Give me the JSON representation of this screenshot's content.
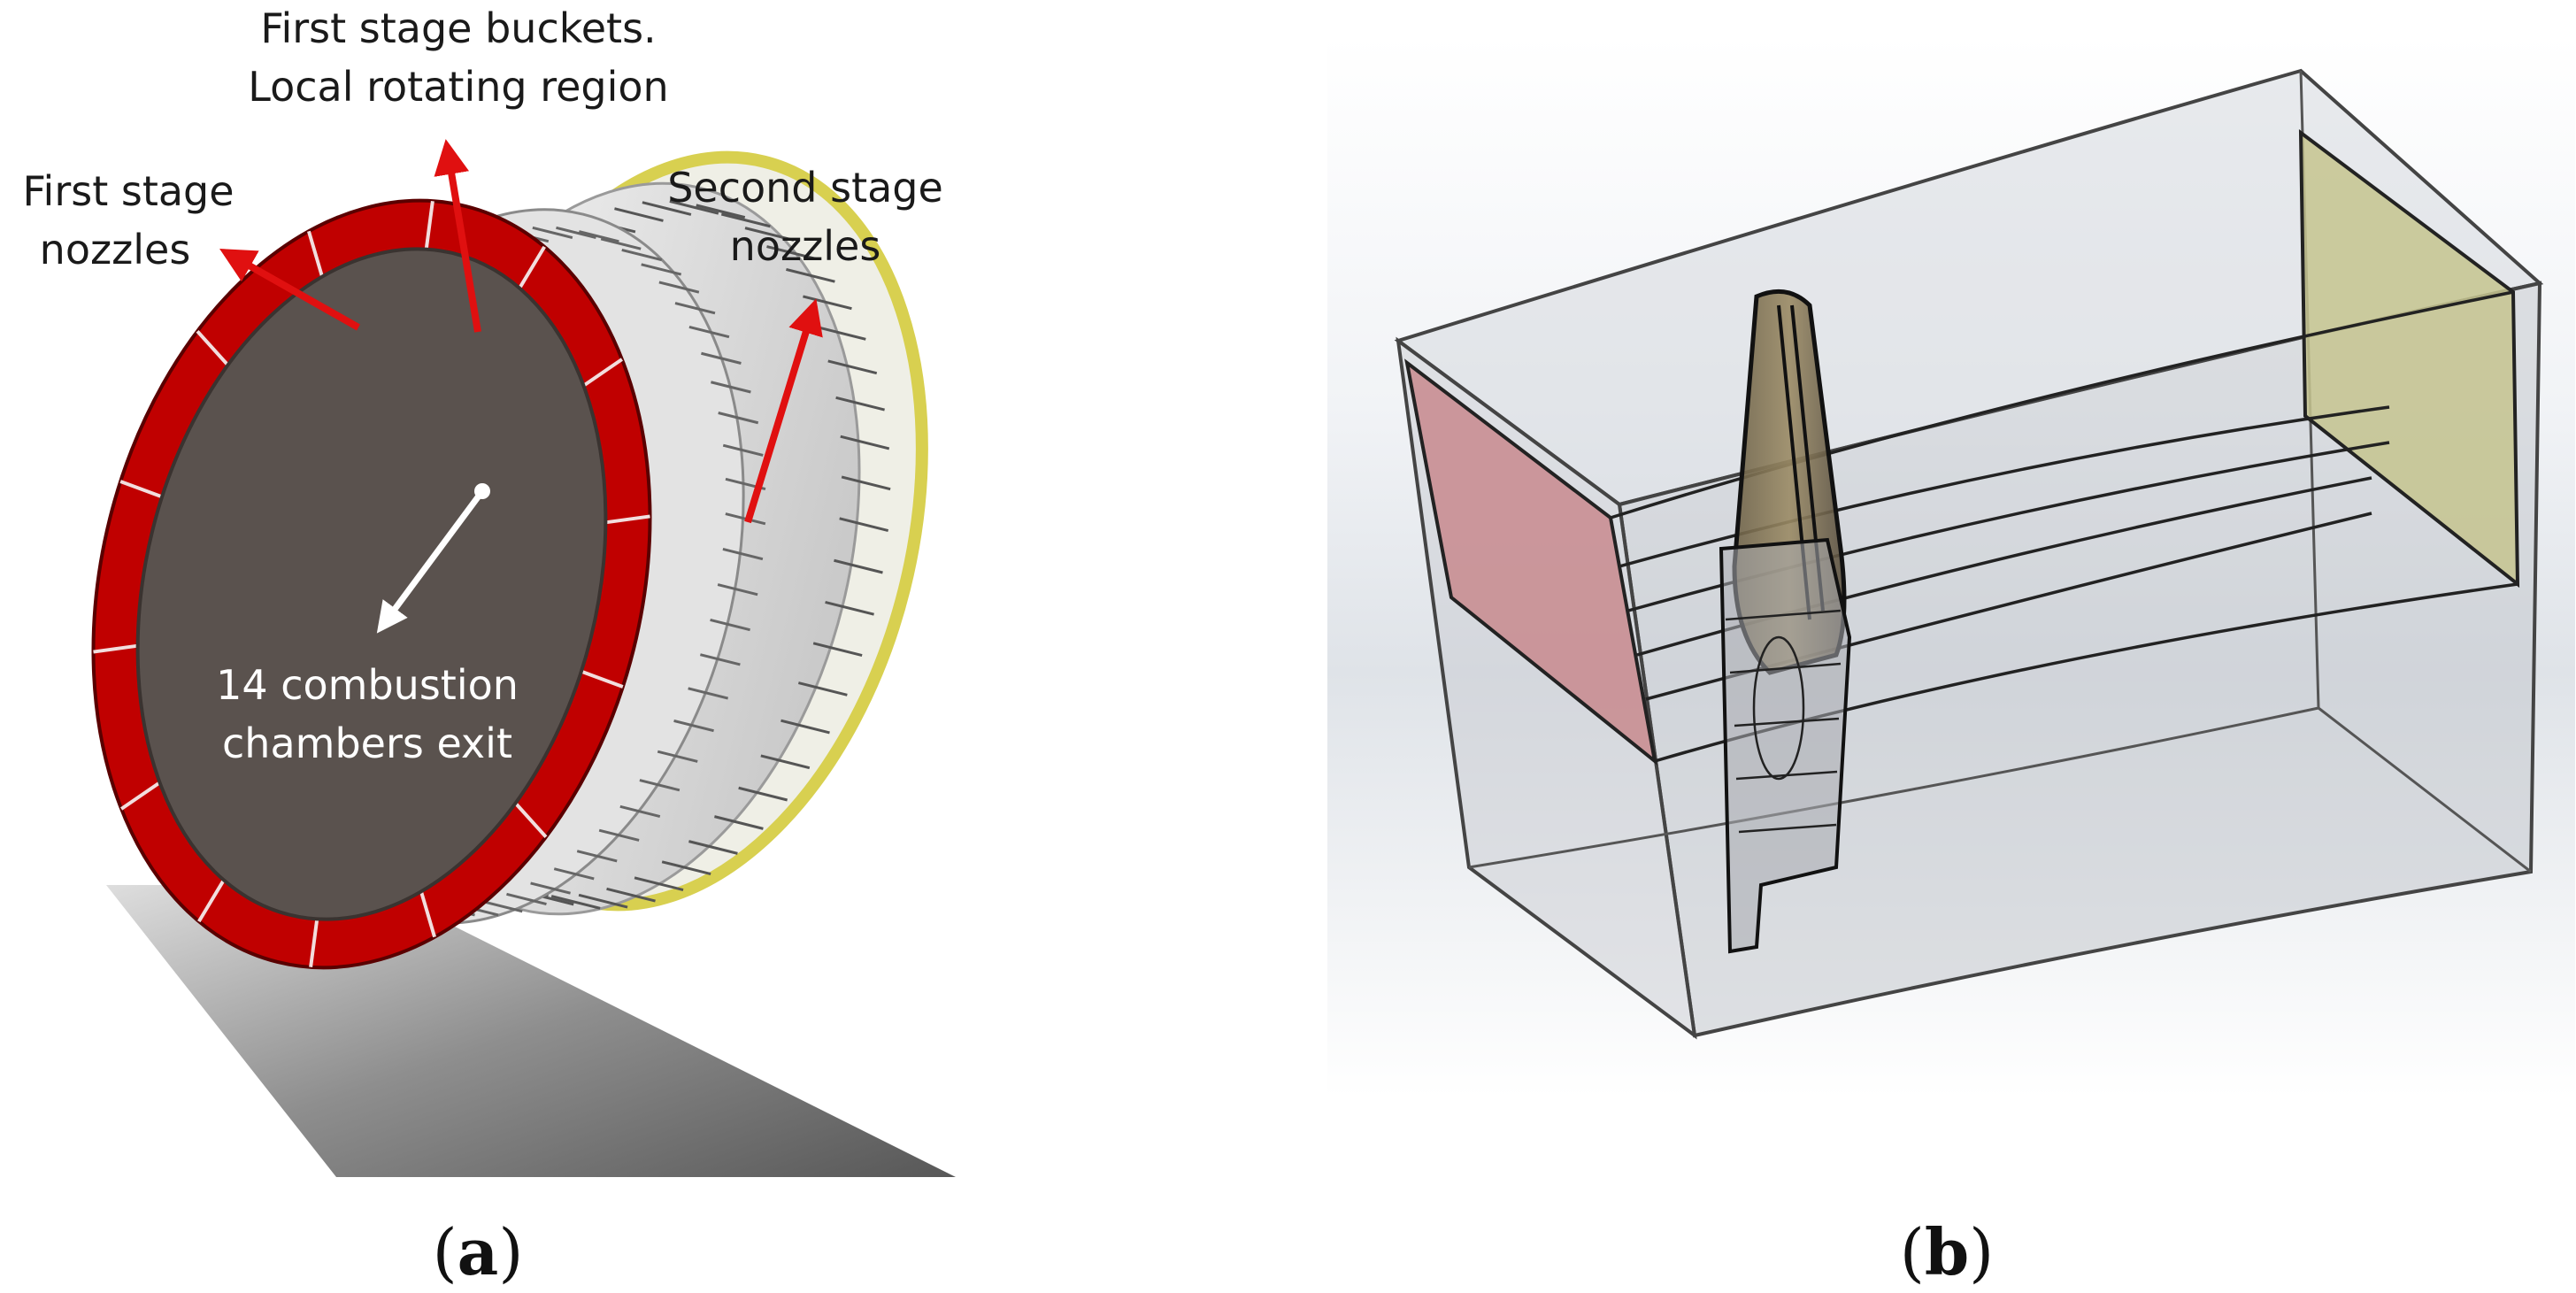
{
  "panel_a": {
    "labels": {
      "buckets_line1": "First stage buckets.",
      "buckets_line2": "Local rotating region",
      "nozzles1_line1": "First stage",
      "nozzles1_line2": "nozzles",
      "nozzles2_line1": "Second stage",
      "nozzles2_line2": "nozzles",
      "chambers_line1": "14 combustion",
      "chambers_line2": "chambers exit"
    },
    "caption": {
      "open": "(",
      "letter": "a",
      "close": ")"
    },
    "colors": {
      "arrow": "#e01010",
      "ring": "#c00000",
      "disk": "#5a524e",
      "rim": "#e8e060"
    }
  },
  "panel_b": {
    "caption": {
      "open": "(",
      "letter": "b",
      "close": ")"
    },
    "colors": {
      "inlet": "#c88a8e",
      "outlet": "#c6c48f",
      "blade": "#8a7a58"
    }
  }
}
